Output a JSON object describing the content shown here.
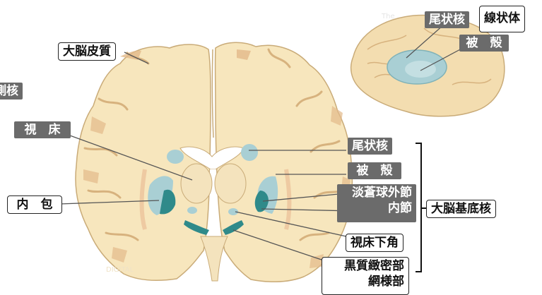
{
  "labels": {
    "cortex": "大脳皮質",
    "lateral_nucleus_fragment": "側核",
    "thalamus": "視　床",
    "internal_capsule": "内　包",
    "caudate_main": "尾状核",
    "putamen_main": "被　殻",
    "globus_pallidus_external": "淡蒼球外節",
    "globus_pallidus_internal": "内節",
    "subthalamic": "視床下角",
    "substantia_nigra_compacta": "黒質緻密部",
    "substantia_nigra_reticulata": "網様部",
    "basal_ganglia": "大脳基底核",
    "inset_caudate": "尾状核",
    "inset_striatum": "線状体",
    "inset_putamen": "被　殻",
    "watermark_top": "The",
    "watermark_bottom": "DIGITAL"
  },
  "colors": {
    "brain_fill": "#f7e6bd",
    "brain_stroke": "#c9ab78",
    "sulcus": "#d7b27e",
    "ventricle": "#ffffff",
    "structure_light": "#a9cfd4",
    "structure_dark": "#2f8a8a",
    "label_dark_bg": "#6b6b6b",
    "line": "#555555"
  }
}
